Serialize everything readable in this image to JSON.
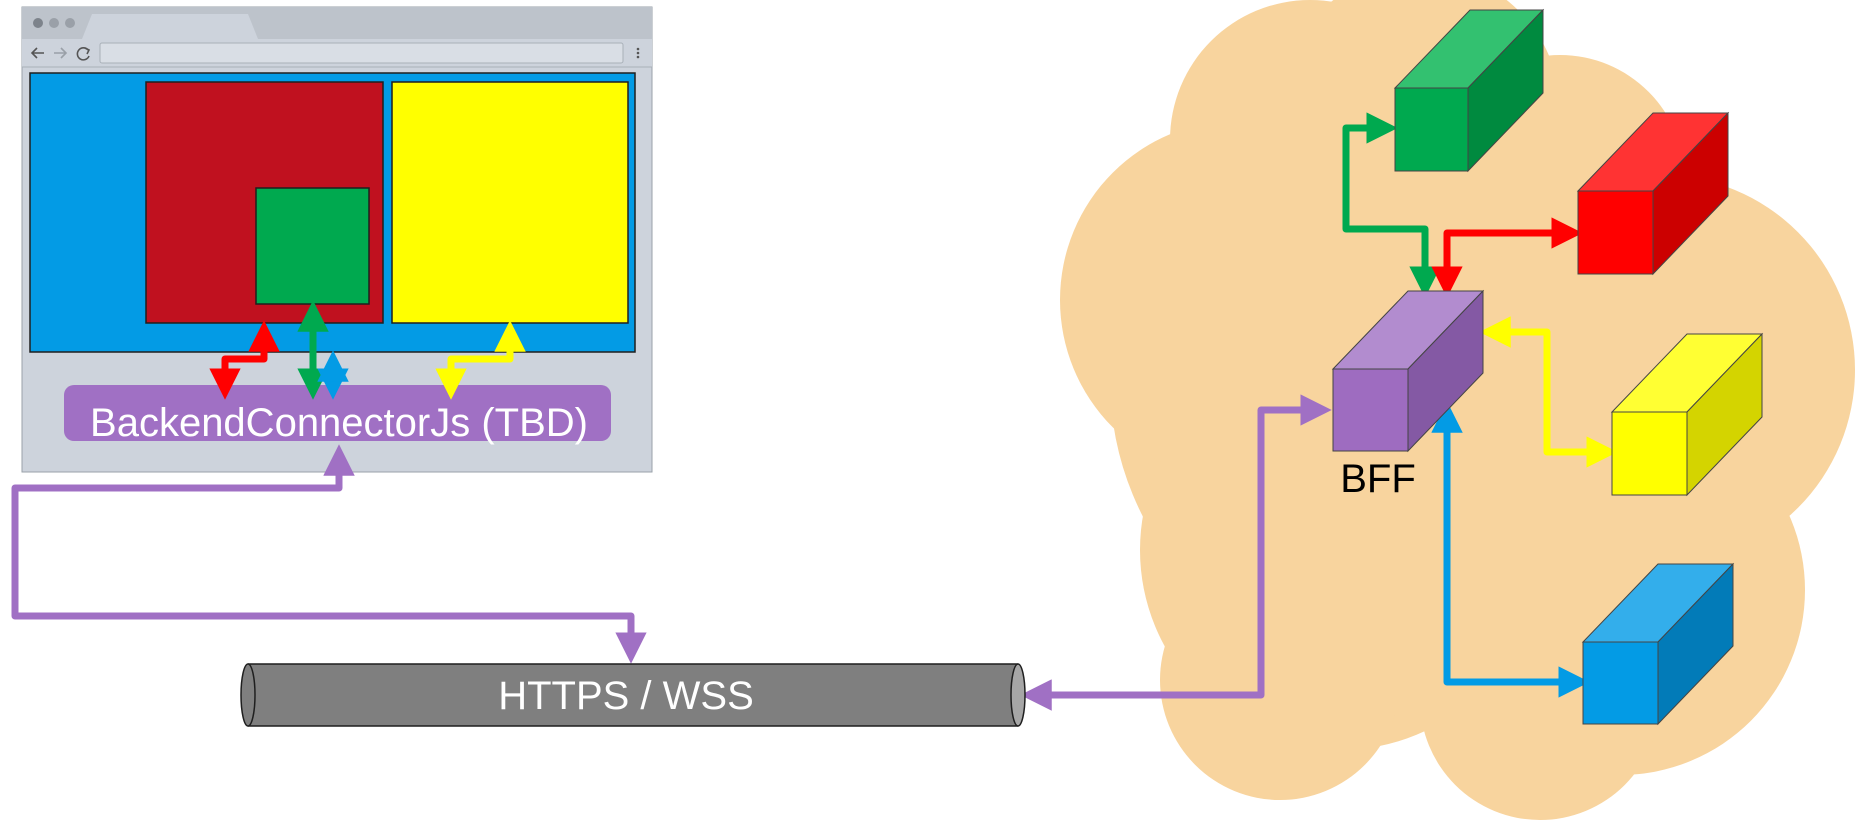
{
  "labels": {
    "connector": "BackendConnectorJs (TBD)",
    "pipe": "HTTPS / WSS",
    "bff": "BFF"
  },
  "colors": {
    "browser_chrome": "#BDC3CB",
    "browser_body": "#CDD3DC",
    "page_background": "#039BE5",
    "panel_red": "#C0111F",
    "panel_green": "#00A94F",
    "panel_yellow": "#FFFF00",
    "connector": "#A070C4",
    "pipe": "#7F7F7F",
    "cloud": "#F8D49E",
    "arrow_red": "#FF0000",
    "arrow_green": "#00A94F",
    "arrow_blue": "#039BE5",
    "arrow_yellow": "#FFFF00",
    "arrow_purple": "#A070C4",
    "box_green": "#00A94F",
    "box_red": "#FF0000",
    "box_yellow": "#FFFF00",
    "box_blue": "#039BE5",
    "box_bff": "#9E6CC0"
  },
  "icons": {
    "window_controls": "traffic-light-dots",
    "back": "arrow-left-icon",
    "forward": "arrow-right-icon",
    "reload": "reload-icon",
    "menu": "kebab-menu-icon"
  }
}
